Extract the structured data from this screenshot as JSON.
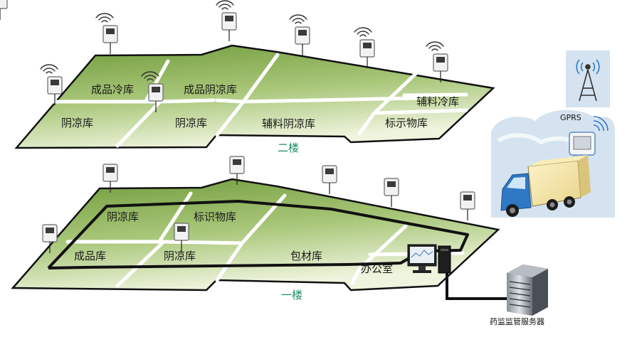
{
  "floors": [
    {
      "label": "二楼",
      "rooms": [
        "成品冷库",
        "成品阴凉库",
        "辅料冷库",
        "阴凉库",
        "阴凉库",
        "辅料阴凉库",
        "标示物库"
      ]
    },
    {
      "label": "一楼",
      "rooms": [
        "阴凉库",
        "标识物库",
        "成品库",
        "阴凉库",
        "包材库",
        "办公室"
      ]
    }
  ],
  "gprs_label": "GPRS",
  "server_label": "药监监管服务器",
  "colors": {
    "floor_dark": "#7fa346",
    "floor_light": "#e9f1d4",
    "wall": "#ffffff",
    "outline": "#111111",
    "floor_label": "#1c8a6a",
    "sky": "#cfe0ee"
  },
  "icons": [
    "wireless-sensor-icon",
    "temperature-sensor-icon",
    "radio-tower-icon",
    "truck-icon",
    "monitor-icon",
    "computer-tower-icon",
    "server-rack-icon",
    "signal-waves-icon"
  ]
}
